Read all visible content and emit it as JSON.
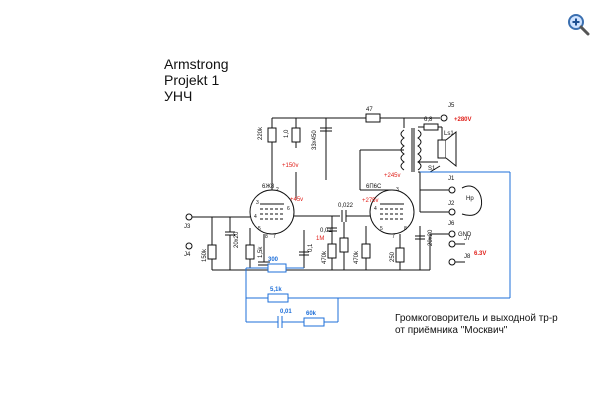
{
  "title": {
    "line1": "Armstrong",
    "line2": "Projekt 1",
    "line3": "УНЧ"
  },
  "caption": {
    "line1": "Громкоговоритель и выходной тр-р",
    "line2": "от приёмника \"Москвич\""
  },
  "icons": {
    "zoom": "zoom-in-icon"
  },
  "colors": {
    "wire": "#111111",
    "feedback": "#1e6fd9",
    "voltage": "#e0201a",
    "value": "#1e6fd9"
  },
  "labels": {
    "r47": "47",
    "j5": "J5",
    "v280": "+280V",
    "r6k8": "6,8",
    "ls1": "Ls1",
    "s1": "S1",
    "r220k": "220k",
    "r1k0": "1,0",
    "c33": "33x450",
    "v150": "+150v",
    "v245": "+245v",
    "v275": "+275v",
    "v45": "+45v",
    "t1": "6Ж8",
    "t2": "6П6С",
    "j1": "J1",
    "j2": "J2",
    "hp": "Hp",
    "c022": "0,022",
    "c001a": "0,01",
    "r1m": "1M",
    "r470ka": "470k",
    "r470kb": "470k",
    "r250": "250",
    "c20x20a": "20x20",
    "c20x20b": "20x20",
    "r150k": "150k",
    "r1k5": "1,5k",
    "c01": "0,1",
    "j3": "J3",
    "j4": "J4",
    "j6": "J6",
    "j7": "J7",
    "j8": "J8",
    "gnd": "GND",
    "v63": "6.3V",
    "r300": "300",
    "r5k1": "5,1k",
    "c001b": "0,01",
    "r60k": "60k",
    "p2": "2",
    "p3": "3",
    "p4": "4",
    "p5": "5",
    "p6": "6",
    "p7": "7",
    "p8": "8",
    "p2b": "3",
    "p4b": "4",
    "p5b": "5",
    "p7b": "7",
    "p8b": "8"
  }
}
